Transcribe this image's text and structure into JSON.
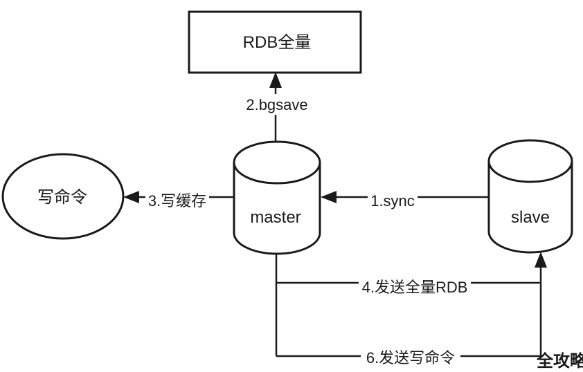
{
  "diagram": {
    "background_color": "#ffffff",
    "stroke_color": "#1a1a1a",
    "nodes": {
      "rdb": {
        "label": "RDB全量",
        "shape": "rectangle"
      },
      "write_command": {
        "label": "写命令",
        "shape": "ellipse"
      },
      "master": {
        "label": "master",
        "shape": "database-cylinder"
      },
      "slave": {
        "label": "slave",
        "shape": "database-cylinder"
      }
    },
    "edges": {
      "sync": {
        "label": "1.sync",
        "from": "slave",
        "to": "master"
      },
      "bgsave": {
        "label": "2.bgsave",
        "from": "master",
        "to": "rdb"
      },
      "write_cache": {
        "label": "3.写缓存",
        "from": "master",
        "to": "write_command"
      },
      "send_full_rdb": {
        "label": "4.发送全量RDB",
        "from": "master",
        "to": "slave"
      },
      "send_write_command": {
        "label": "6.发送写命令",
        "from": "master",
        "to": "slave"
      }
    },
    "watermark": {
      "text": "全攻略",
      "color": "#c8a272"
    }
  }
}
